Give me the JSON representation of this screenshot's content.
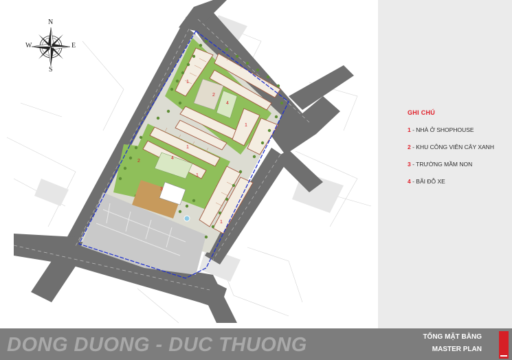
{
  "compass": {
    "north": "N",
    "south": "S",
    "east": "E",
    "west": "W"
  },
  "map": {
    "zone_labels": [
      "1",
      "2",
      "4",
      "1",
      "4",
      "1",
      "2",
      "3",
      "1",
      "1"
    ]
  },
  "legend": {
    "title": "GHI CHÚ",
    "items": [
      {
        "number": "1",
        "text": " - NHÀ Ở SHOPHOUSE"
      },
      {
        "number": "2",
        "text": " - KHU CÔNG VIÊN CÂY XANH"
      },
      {
        "number": "3",
        "text": " - TRƯỜNG MẦM NON"
      },
      {
        "number": "4",
        "text": " - BÃI ĐỖ XE"
      }
    ]
  },
  "footer": {
    "project_name": "DONG DUONG - DUC THUONG",
    "plan_title_vn": "TỔNG MẶT BẰNG",
    "plan_title_en": "MASTER PLAN"
  },
  "colors": {
    "accent": "#e0202a",
    "road": "#6e6e6e",
    "green": "#8fbf5a",
    "boundary": "#2233cc",
    "footer_bg": "#7d7d7d",
    "legend_bg": "#ebebeb"
  }
}
